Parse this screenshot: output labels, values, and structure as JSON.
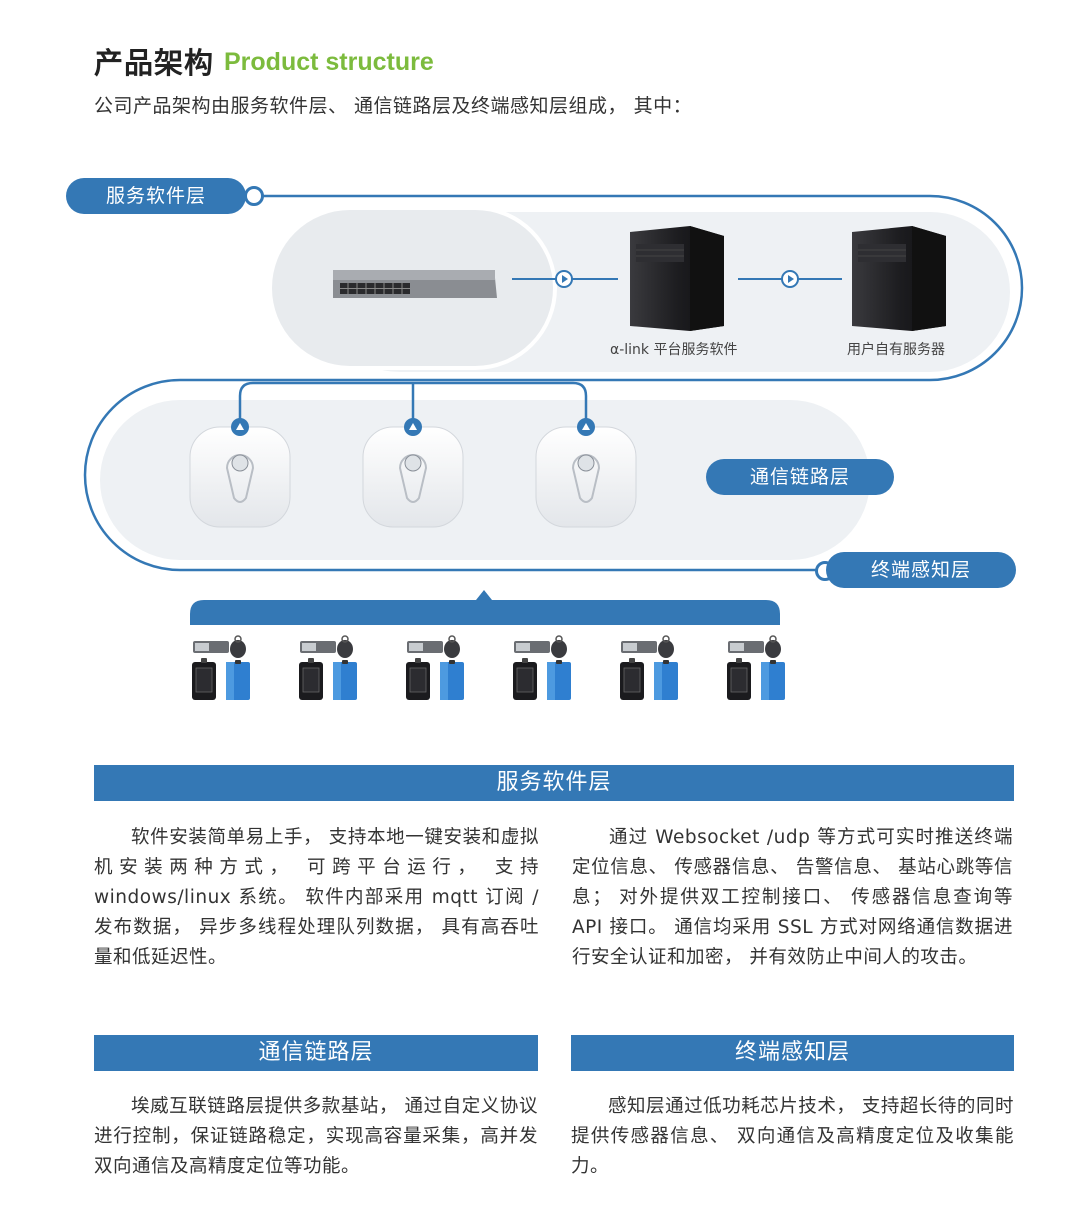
{
  "header": {
    "title_cn": "产品架构",
    "title_en": "Product structure",
    "intro": "公司产品架构由服务软件层、 通信链路层及终端感知层组成， 其中："
  },
  "diagram": {
    "layers": {
      "service": "服务软件层",
      "comm": "通信链路层",
      "terminal": "终端感知层"
    },
    "devices": {
      "platform_label": "α-link 平台服务软件",
      "user_server_label": "用户自有服务器"
    },
    "colors": {
      "layer_blue": "#3478b5",
      "accent_green": "#7cbb3d",
      "panel_gray": "#eef1f4"
    },
    "base_station_count": 3,
    "terminal_group_count": 6
  },
  "sections": {
    "service": {
      "heading": "服务软件层",
      "left_text": "软件安装简单易上手， 支持本地一键安装和虚拟机安装两种方式， 可跨平台运行， 支持 windows/linux 系统。 软件内部采用 mqtt 订阅 / 发布数据， 异步多线程处理队列数据， 具有高吞吐量和低延迟性。",
      "right_text": "通过 Websocket /udp 等方式可实时推送终端定位信息、 传感器信息、 告警信息、 基站心跳等信息； 对外提供双工控制接口、 传感器信息查询等 API 接口。 通信均采用 SSL 方式对网络通信数据进行安全认证和加密， 并有效防止中间人的攻击。"
    },
    "comm": {
      "heading": "通信链路层",
      "text": "埃威互联链路层提供多款基站， 通过自定义协议进行控制，保证链路稳定，实现高容量采集，高并发双向通信及高精度定位等功能。"
    },
    "terminal": {
      "heading": "终端感知层",
      "text": "感知层通过低功耗芯片技术， 支持超长待的同时提供传感器信息、 双向通信及高精度定位及收集能力。"
    }
  }
}
